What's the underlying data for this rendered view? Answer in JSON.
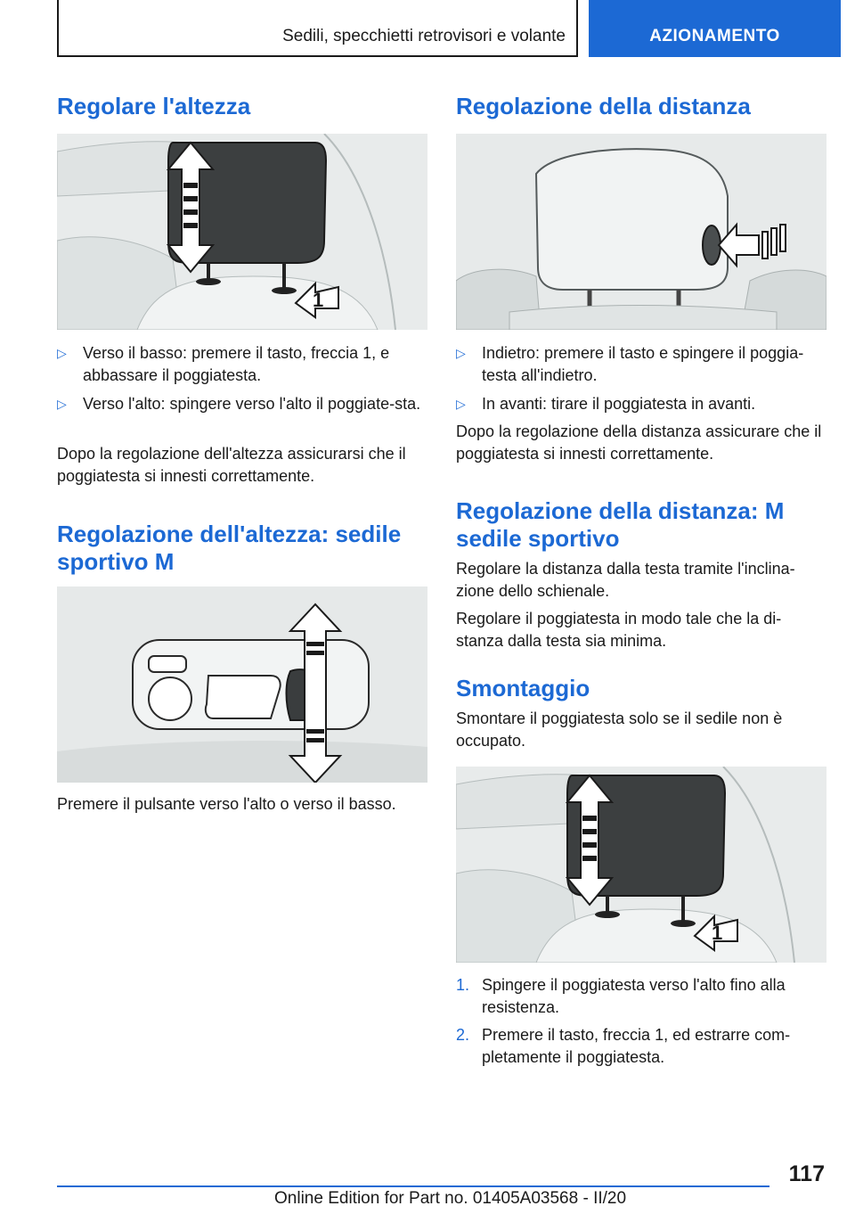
{
  "header": {
    "section": "Sedili, specchietti retrovisori e volante",
    "chapter": "AZIONAMENTO"
  },
  "left": {
    "h1": "Regolare l'altezza",
    "bullets": [
      "Verso il basso: premere il tasto, freccia 1, e abbassare il poggiatesta.",
      "Verso l'alto: spingere verso l'alto il poggiate-sta."
    ],
    "para1": "Dopo la regolazione dell'altezza assicurarsi che il poggiatesta si innesti correttamente.",
    "h2": "Regolazione dell'altezza: sedile sportivo M",
    "para2": "Premere il pulsante verso l'alto o verso il basso.",
    "fig1_label": "1"
  },
  "right": {
    "h1": "Regolazione della distanza",
    "bullets": [
      "Indietro: premere il tasto e spingere il poggia-testa all'indietro.",
      "In avanti: tirare il poggiatesta in avanti."
    ],
    "para1": "Dopo la regolazione della distanza assicurare che il poggiatesta si innesti correttamente.",
    "h2": "Regolazione della distanza: M sedile sportivo",
    "para2": "Regolare la distanza dalla testa tramite l'inclina-zione dello schienale.",
    "para3": "Regolare il poggiatesta in modo tale che la di-stanza dalla testa sia minima.",
    "h3": "Smontaggio",
    "para4": "Smontare il poggiatesta solo se il sedile non è occupato.",
    "steps": [
      {
        "n": "1.",
        "text": "Spingere il poggiatesta verso l'alto fino alla resistenza."
      },
      {
        "n": "2.",
        "text": "Premere il tasto, freccia 1, ed estrarre com-pletamente il poggiatesta."
      }
    ],
    "fig3_label": "1"
  },
  "footer": {
    "page": "117",
    "edition": "Online Edition for Part no. 01405A03568 - II/20"
  },
  "bullet_marker": "▷",
  "colors": {
    "accent": "#1c69d4"
  }
}
